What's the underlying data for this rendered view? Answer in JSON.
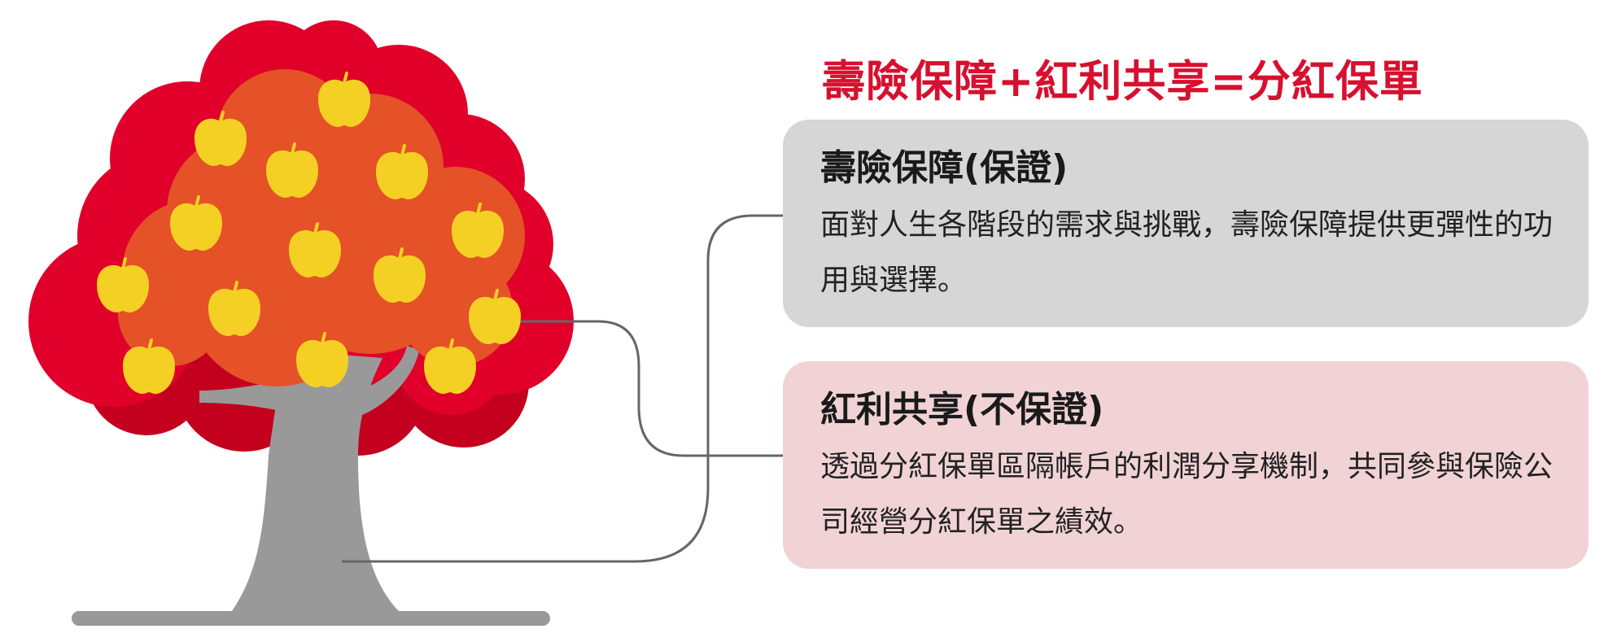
{
  "headline": "壽險保障+紅利共享=分紅保單",
  "cards": [
    {
      "title": "壽險保障(保證)",
      "body": "面對人生各階段的需求與挑戰，壽險保障提供更彈性的功用與選擇。"
    },
    {
      "title": "紅利共享(不保證)",
      "body": "透過分紅保單區隔帳戶的利潤分享機制，共同參與保險公司經營分紅保單之績效。"
    }
  ],
  "colors": {
    "headline": "#d7102f",
    "canopy_outer": "#e0002a",
    "canopy_shadow": "#c4001f",
    "canopy_inner": "#e55228",
    "apple": "#f5d024",
    "trunk": "#999999",
    "connector": "#666666",
    "card_grey": "#d6d6d6",
    "card_pink": "#f1d3d6"
  },
  "icons": [
    "apple-tree-icon",
    "apple-icon"
  ]
}
